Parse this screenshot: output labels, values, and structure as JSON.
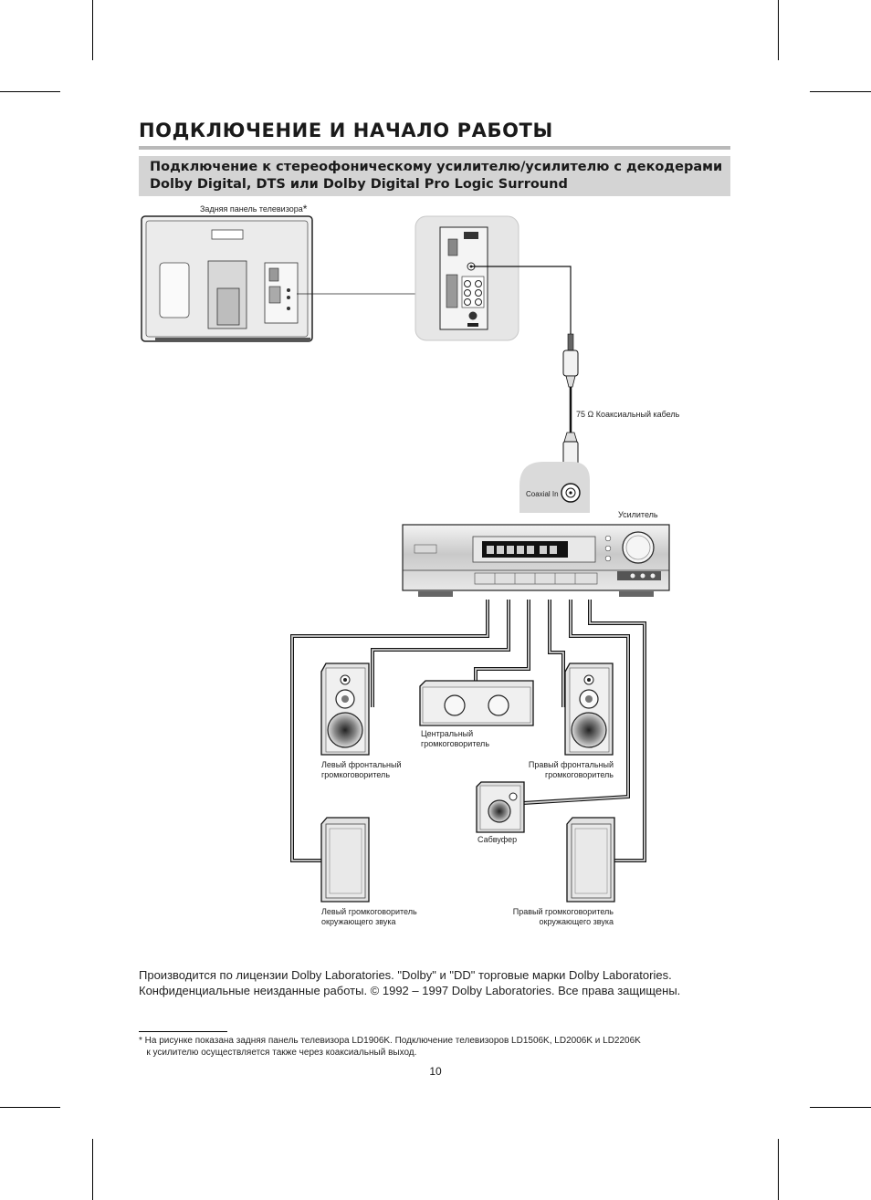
{
  "header": {
    "title": "ПОДКЛЮЧЕНИЕ И НАЧАЛО РАБОТЫ",
    "section_line1": "Подключение к стереофоническому усилителю/усилителю с декодерами",
    "section_line2": "Dolby Digital, DTS или Dolby Digital Pro Logic Surround"
  },
  "diagram": {
    "tv_rear_label": "Задняя панель телевизора",
    "asterisk": "*",
    "cable_label": "75 Ω  Коаксиальный кабель",
    "coaxial_in": "Coaxial In",
    "amplifier_label": "Усилитель",
    "center_speaker": "Центральный\nгромкоговоритель",
    "left_front": "Левый фронтальный\nгромкоговоритель",
    "right_front": "Правый фронтальный\nгромкоговоритель",
    "subwoofer": "Сабвуфер",
    "left_surround": "Левый громкоговоритель\nокружающего звука",
    "right_surround": "Правый громкоговоритель\nокружающего звука"
  },
  "license": {
    "line1": "Производится по лицензии Dolby Laboratories. \"Dolby\" и \"DD\" торговые марки Dolby Laboratories.",
    "line2": "Конфиденциальные неизданные работы. © 1992 – 1997 Dolby Laboratories. Все права защищены."
  },
  "footnote": {
    "line1": "* На рисунке показана задняя панель телевизора LD1906K. Подключение телевизоров LD1506K, LD2006K и LD2206K",
    "line2": "   к усилителю осуществляется также через коаксиальный выход."
  },
  "page_number": "10"
}
